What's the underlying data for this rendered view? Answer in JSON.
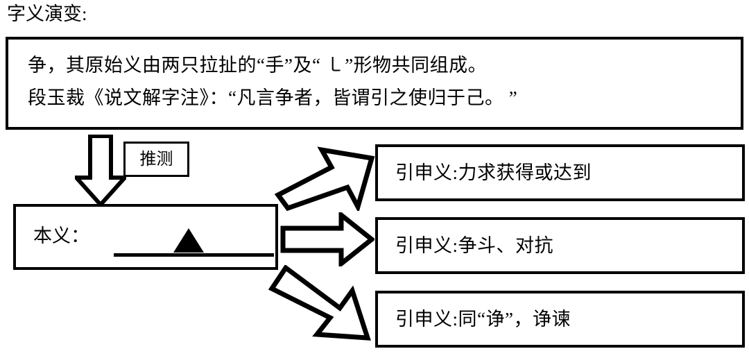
{
  "page": {
    "title": "字义演变:"
  },
  "definition": {
    "lines": [
      "争，其原始义由两只拉扯的“手”及“ ㇄”形物共同组成。",
      "段玉裁《说文解字注》：“凡言争者，皆谓引之使归于己。 ”"
    ]
  },
  "inference": {
    "arrow_icon": "down-block-arrow-icon",
    "label": "推测"
  },
  "original_meaning": {
    "label": "本义：",
    "blank_value": "",
    "marker_icon": "filled-triangle-marker-icon"
  },
  "connectors": [
    {
      "icon": "arrow-up-right-icon"
    },
    {
      "icon": "arrow-right-icon"
    },
    {
      "icon": "arrow-down-right-icon"
    }
  ],
  "extended_meanings": [
    {
      "text": "引申义:力求获得或达到"
    },
    {
      "text": "引申义:争斗、对抗"
    },
    {
      "text": "引申义:同“诤”，诤谏"
    }
  ],
  "colors": {
    "stroke": "#000000",
    "fill": "#ffffff",
    "text": "#000000"
  }
}
